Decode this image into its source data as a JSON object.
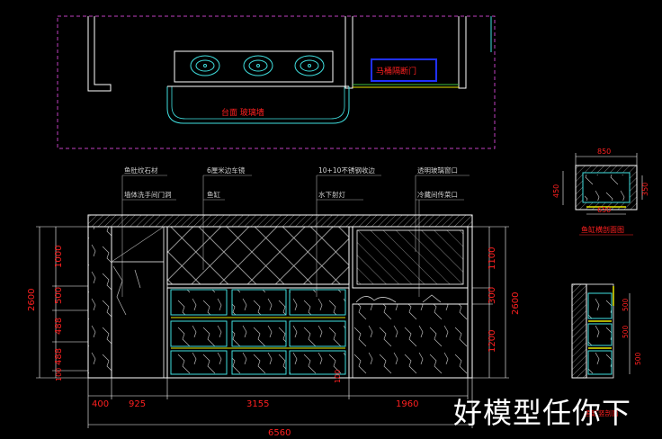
{
  "colors": {
    "background": "#000000",
    "wall": "#ffffff",
    "dimension": "#ff2020",
    "plan_border": "#c040c0",
    "cyan": "#40e0e0",
    "yellow": "#e8e800",
    "blue_box": "#2030ff",
    "green": "#40c040"
  },
  "plan_view": {
    "counter_label": "台面 玻璃墙",
    "tag_label": "马桶隔断门"
  },
  "callouts": {
    "top": [
      "鱼肚纹石材",
      "6厘米边车镜",
      "10+10不锈钢收边",
      "透明玻璃窗口"
    ],
    "bottom": [
      "墙体洗手间门洞",
      "鱼缸",
      "水下射灯",
      "冷藏间传菜口"
    ]
  },
  "dimensions": {
    "left": [
      "1000",
      "500",
      "488",
      "488",
      "100"
    ],
    "left_total": "2600",
    "right": [
      "1100",
      "300",
      "1200"
    ],
    "right_total": "2600",
    "bottom": [
      "400",
      "925",
      "3155",
      "1960"
    ],
    "bottom_total": "6560",
    "bottom_extra": "100"
  },
  "detail_a": {
    "top_dim": "850",
    "inner_dim": "650",
    "left_dim": "450",
    "right_dim": "350",
    "caption": "鱼缸横剖面图"
  },
  "detail_b": {
    "dims": [
      "500",
      "500",
      "500"
    ],
    "caption": "鱼缸竖剖面"
  },
  "watermark": "好模型任你下"
}
